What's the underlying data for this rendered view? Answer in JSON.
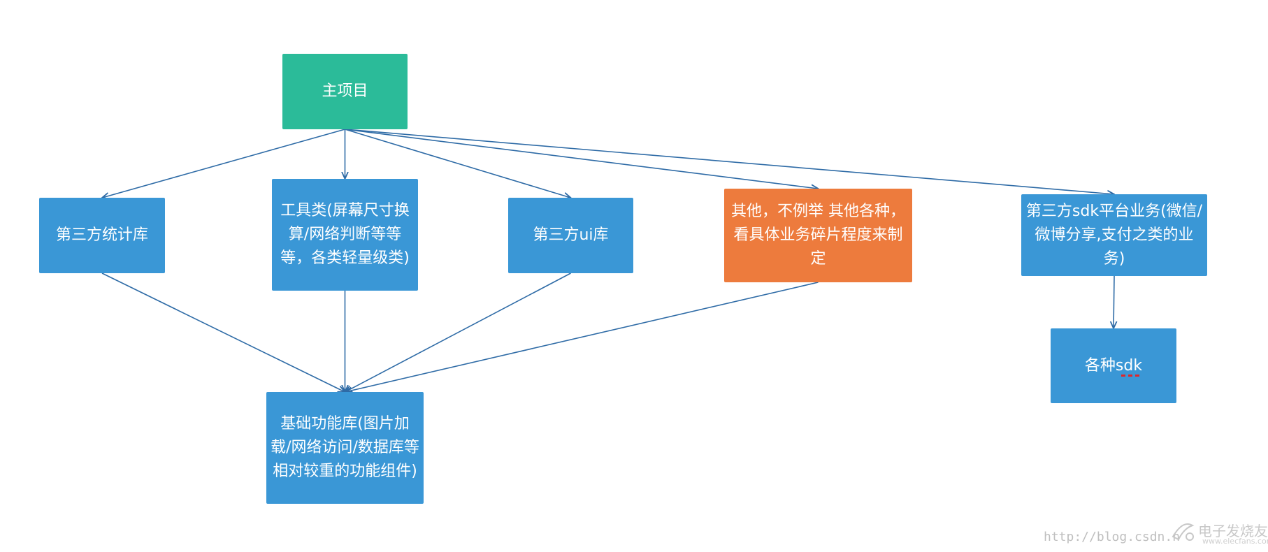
{
  "nodes": {
    "main": "主项目",
    "stats": "第三方统计库",
    "tools": "工具类(屏幕尺寸换算/网络判断等等等，各类轻量级类)",
    "ui": "第三方ui库",
    "other": "其他，不例举 其他各种，看具体业务碎片程度来制定",
    "sdk_platform": "第三方sdk平台业务(微信/微博分享,支付之类的业务)",
    "base": "基础功能库(图片加载/网络访问/数据库等相对较重的功能组件)",
    "sdks": "各种sdk"
  },
  "edges": [
    [
      "main",
      "stats"
    ],
    [
      "main",
      "tools"
    ],
    [
      "main",
      "ui"
    ],
    [
      "main",
      "other"
    ],
    [
      "main",
      "sdk_platform"
    ],
    [
      "stats",
      "base"
    ],
    [
      "tools",
      "base"
    ],
    [
      "ui",
      "base"
    ],
    [
      "other",
      "base"
    ],
    [
      "sdk_platform",
      "sdks"
    ]
  ],
  "colors": {
    "main": "#2bbb99",
    "module": "#3a97d6",
    "highlight": "#ed7b3d",
    "edge": "#2e6ba6"
  },
  "watermark": {
    "url": "http://blog.csdn.n",
    "brand": "电子发烧友",
    "site": "www.elecfans.com"
  }
}
